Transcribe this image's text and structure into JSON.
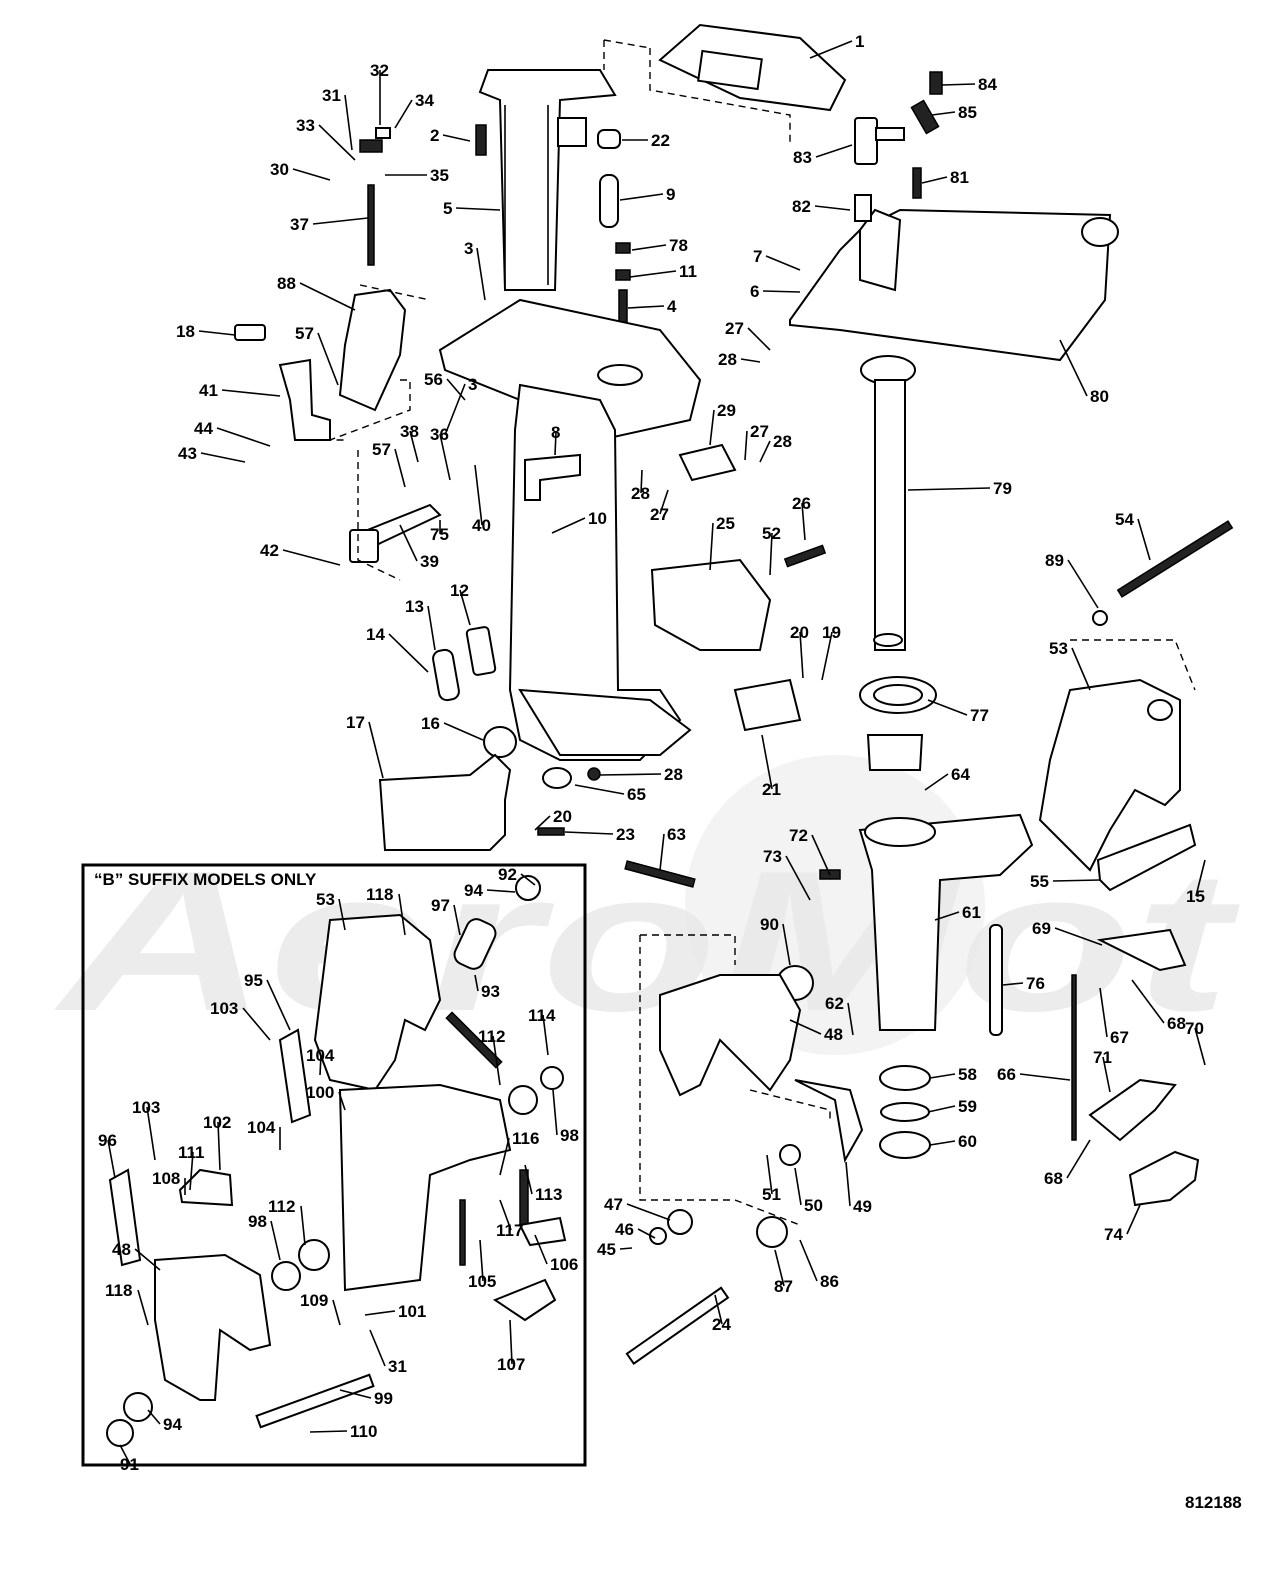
{
  "inset_title": "“B” SUFFIX MODELS ONLY",
  "figure_code": "812188",
  "watermark_text": "AeroMot",
  "callouts": [
    "1",
    "2",
    "3",
    "4",
    "5",
    "6",
    "7",
    "8",
    "9",
    "10",
    "11",
    "12",
    "13",
    "14",
    "15",
    "16",
    "17",
    "18",
    "19",
    "20",
    "21",
    "22",
    "23",
    "24",
    "25",
    "26",
    "27",
    "28",
    "29",
    "30",
    "31",
    "32",
    "33",
    "34",
    "35",
    "36",
    "37",
    "38",
    "39",
    "40",
    "41",
    "42",
    "43",
    "44",
    "45",
    "46",
    "47",
    "48",
    "49",
    "50",
    "51",
    "52",
    "53",
    "54",
    "55",
    "56",
    "57",
    "58",
    "59",
    "60",
    "61",
    "62",
    "63",
    "64",
    "65",
    "66",
    "67",
    "68",
    "69",
    "70",
    "71",
    "72",
    "73",
    "74",
    "75",
    "76",
    "77",
    "78",
    "79",
    "80",
    "81",
    "82",
    "83",
    "84",
    "85",
    "86",
    "87",
    "88",
    "89",
    "90",
    "91",
    "92",
    "93",
    "94",
    "95",
    "96",
    "97",
    "98",
    "99",
    "100",
    "101",
    "102",
    "103",
    "104",
    "105",
    "106",
    "107",
    "108",
    "109",
    "110",
    "111",
    "112",
    "113",
    "114",
    "116",
    "117",
    "118"
  ],
  "colors": {
    "ink": "#000000",
    "paper": "#ffffff",
    "watermark": "#e9e9e9"
  }
}
